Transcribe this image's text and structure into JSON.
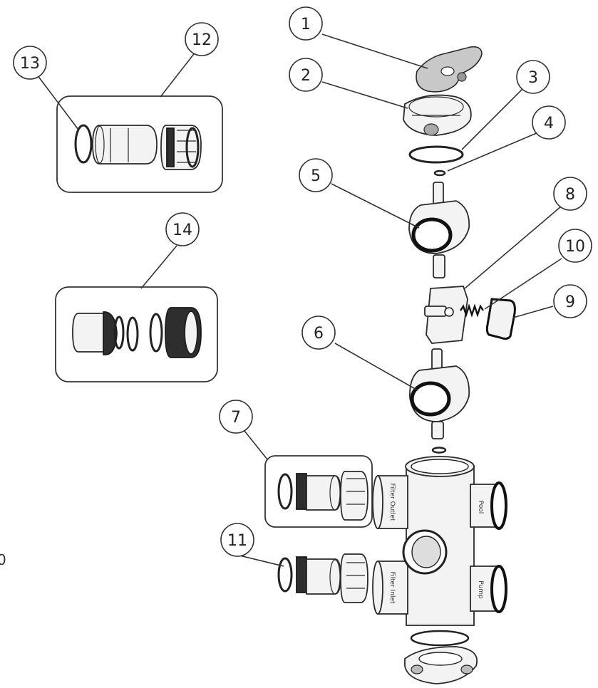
{
  "callouts": [
    "1",
    "2",
    "3",
    "4",
    "5",
    "6",
    "7",
    "8",
    "9",
    "10",
    "11",
    "12",
    "13",
    "14"
  ],
  "ports": {
    "filter_outlet": "Filter Outlet",
    "filter_inlet": "Filter Inlet",
    "pool": "Pool",
    "pump": "Pump"
  },
  "edge_text": "0"
}
